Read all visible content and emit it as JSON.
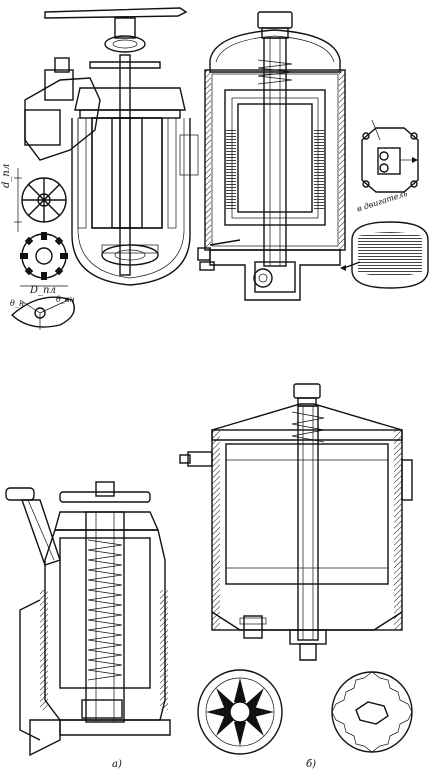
{
  "figure": {
    "labels": {
      "d_pl_vertical": "d_пл",
      "D_pl": "D_пл",
      "theta_n": "θ_н",
      "theta_v": "θ_вн",
      "to_engine": "в двигатель",
      "part_a": "а)",
      "part_b": "б)"
    }
  }
}
